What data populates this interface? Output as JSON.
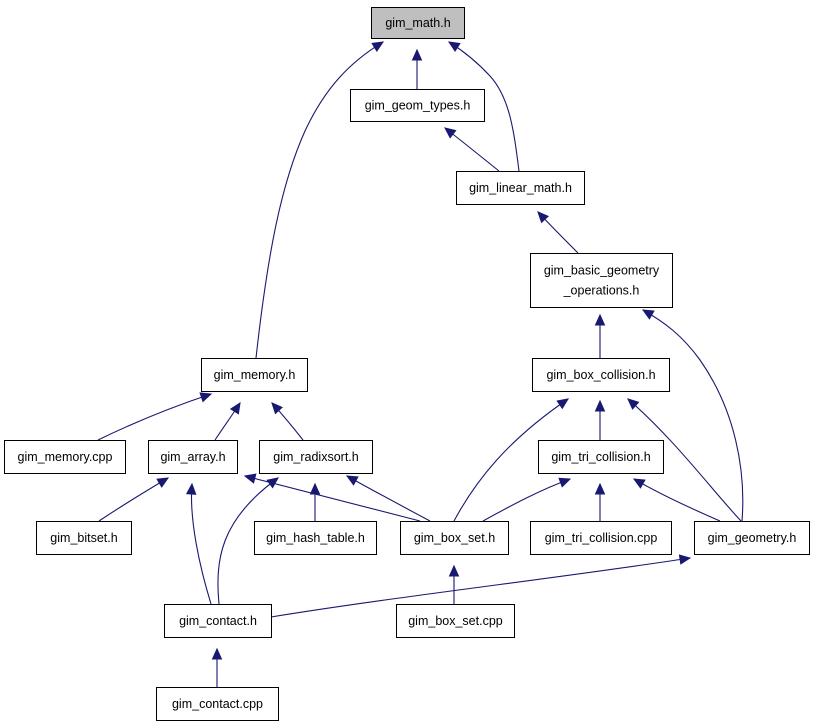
{
  "graph": {
    "colors": {
      "edge": "#191970",
      "root_fill": "#bfbfbf",
      "node_fill": "#ffffff",
      "border": "#000000"
    },
    "nodes": [
      {
        "id": "gim_math_h",
        "label": "gim_math.h",
        "root": true
      },
      {
        "id": "gim_geom_types_h",
        "label": "gim_geom_types.h"
      },
      {
        "id": "gim_linear_math_h",
        "label": "gim_linear_math.h"
      },
      {
        "id": "gim_basic_geometry_operations_h",
        "label": "gim_basic_geometry\n_operations.h"
      },
      {
        "id": "gim_memory_h",
        "label": "gim_memory.h"
      },
      {
        "id": "gim_box_collision_h",
        "label": "gim_box_collision.h"
      },
      {
        "id": "gim_memory_cpp",
        "label": "gim_memory.cpp"
      },
      {
        "id": "gim_array_h",
        "label": "gim_array.h"
      },
      {
        "id": "gim_radixsort_h",
        "label": "gim_radixsort.h"
      },
      {
        "id": "gim_tri_collision_h",
        "label": "gim_tri_collision.h"
      },
      {
        "id": "gim_bitset_h",
        "label": "gim_bitset.h"
      },
      {
        "id": "gim_hash_table_h",
        "label": "gim_hash_table.h"
      },
      {
        "id": "gim_box_set_h",
        "label": "gim_box_set.h"
      },
      {
        "id": "gim_tri_collision_cpp",
        "label": "gim_tri_collision.cpp"
      },
      {
        "id": "gim_geometry_h",
        "label": "gim_geometry.h"
      },
      {
        "id": "gim_contact_h",
        "label": "gim_contact.h"
      },
      {
        "id": "gim_box_set_cpp",
        "label": "gim_box_set.cpp"
      },
      {
        "id": "gim_contact_cpp",
        "label": "gim_contact.cpp"
      }
    ],
    "edges": [
      {
        "from": "gim_geom_types_h",
        "to": "gim_math_h"
      },
      {
        "from": "gim_linear_math_h",
        "to": "gim_math_h"
      },
      {
        "from": "gim_memory_h",
        "to": "gim_math_h"
      },
      {
        "from": "gim_linear_math_h",
        "to": "gim_geom_types_h"
      },
      {
        "from": "gim_basic_geometry_operations_h",
        "to": "gim_linear_math_h"
      },
      {
        "from": "gim_box_collision_h",
        "to": "gim_basic_geometry_operations_h"
      },
      {
        "from": "gim_geometry_h",
        "to": "gim_basic_geometry_operations_h"
      },
      {
        "from": "gim_memory_cpp",
        "to": "gim_memory_h"
      },
      {
        "from": "gim_array_h",
        "to": "gim_memory_h"
      },
      {
        "from": "gim_radixsort_h",
        "to": "gim_memory_h"
      },
      {
        "from": "gim_tri_collision_h",
        "to": "gim_box_collision_h"
      },
      {
        "from": "gim_box_set_h",
        "to": "gim_box_collision_h"
      },
      {
        "from": "gim_geometry_h",
        "to": "gim_box_collision_h"
      },
      {
        "from": "gim_bitset_h",
        "to": "gim_array_h"
      },
      {
        "from": "gim_contact_h",
        "to": "gim_array_h"
      },
      {
        "from": "gim_box_set_h",
        "to": "gim_array_h"
      },
      {
        "from": "gim_hash_table_h",
        "to": "gim_radixsort_h"
      },
      {
        "from": "gim_box_set_h",
        "to": "gim_radixsort_h"
      },
      {
        "from": "gim_contact_h",
        "to": "gim_radixsort_h"
      },
      {
        "from": "gim_box_set_h",
        "to": "gim_tri_collision_h"
      },
      {
        "from": "gim_tri_collision_cpp",
        "to": "gim_tri_collision_h"
      },
      {
        "from": "gim_geometry_h",
        "to": "gim_tri_collision_h"
      },
      {
        "from": "gim_box_set_cpp",
        "to": "gim_box_set_h"
      },
      {
        "from": "gim_contact_h",
        "to": "gim_geometry_h"
      },
      {
        "from": "gim_contact_cpp",
        "to": "gim_contact_h"
      }
    ]
  }
}
